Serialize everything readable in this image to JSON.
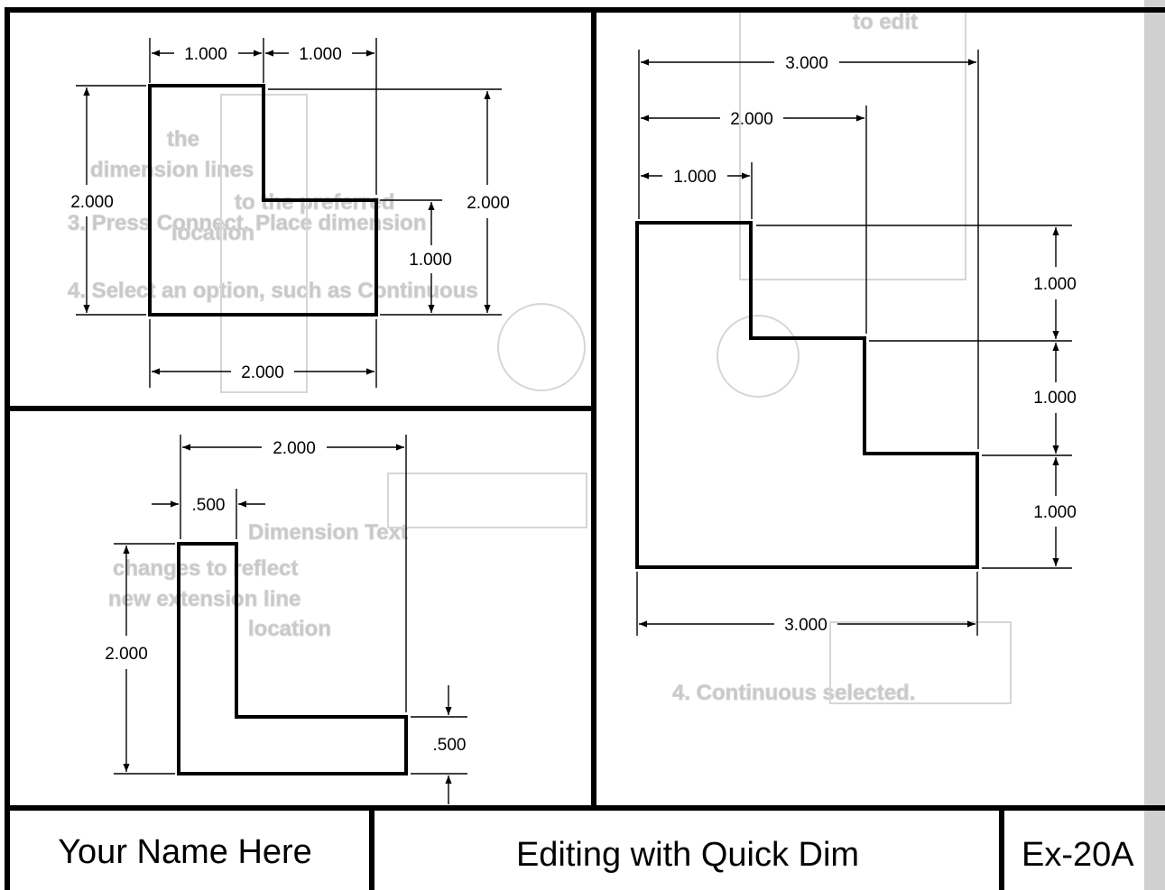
{
  "title_block": {
    "name": "Your Name Here",
    "title": "Editing with Quick Dim",
    "exercise": "Ex-20A"
  },
  "panel_top_left": {
    "dim_top_left": "1.000",
    "dim_top_right": "1.000",
    "dim_left_height": "2.000",
    "dim_right_height": "2.000",
    "dim_step_height": "1.000",
    "dim_bottom_width": "2.000"
  },
  "panel_bottom_left": {
    "dim_top_width": "2.000",
    "dim_stem_width": ".500",
    "dim_left_height": "2.000",
    "dim_foot_height": ".500"
  },
  "panel_right": {
    "dim_base_3": "3.000",
    "dim_base_2": "2.000",
    "dim_base_1": "1.000",
    "dim_vert_1": "1.000",
    "dim_vert_2": "1.000",
    "dim_vert_3": "1.000",
    "dim_bottom_width": "3.000"
  },
  "background_text": {
    "line_a": "the",
    "line_b": "dimension lines",
    "line_c": "to the preferred",
    "line_d": "location",
    "line_e": "3. Press Connect. Place dimension",
    "line_f": "4. Select an option, such as Continuous",
    "line_g": "Dimension Text",
    "line_h": "changes to reflect",
    "line_i": "new extension line",
    "line_j": "location",
    "line_k": "4. Continuous selected.",
    "line_l": "to edit"
  },
  "colors": {
    "ink": "#000000",
    "ghost": "#c8c8c8",
    "paper": "#ffffff",
    "edge_shadow": "#d0d0d0"
  }
}
